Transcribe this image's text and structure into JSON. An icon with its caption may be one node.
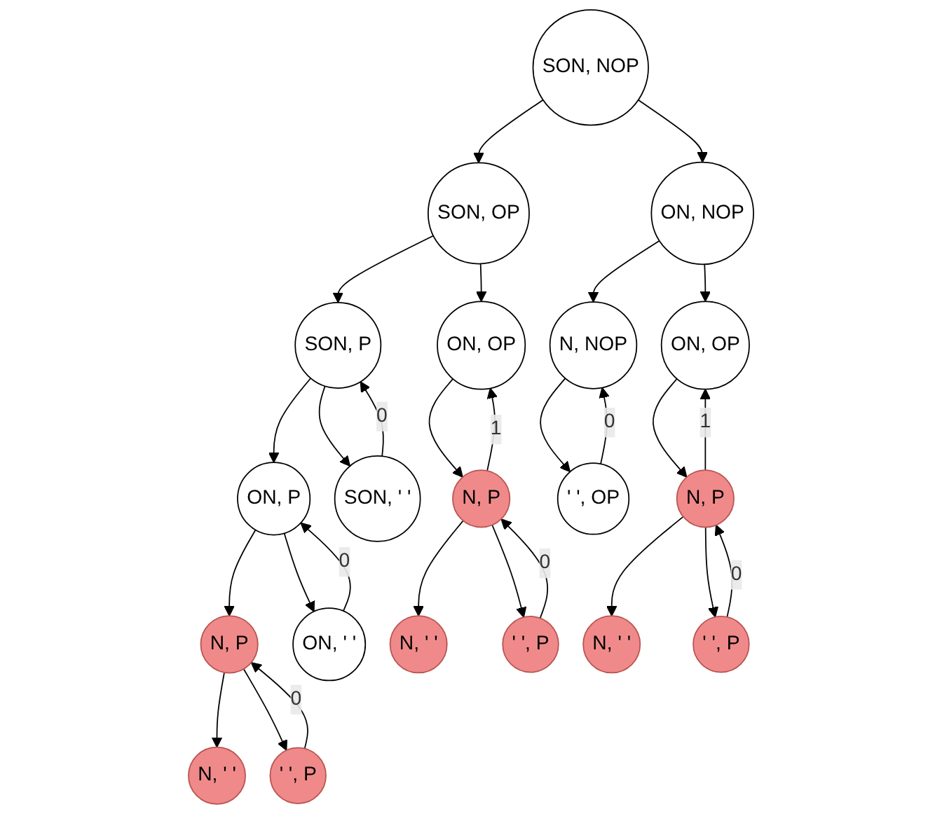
{
  "diagram": {
    "nodes": [
      {
        "text": [
          "SON, NOP"
        ]
      },
      {
        "text": [
          "SON, OP"
        ]
      },
      {
        "text": [
          "ON, NOP"
        ]
      },
      {
        "text": [
          "SON, P"
        ]
      },
      {
        "text": [
          "ON, OP"
        ]
      },
      {
        "text": [
          "N, NOP"
        ]
      },
      {
        "text": [
          "ON, OP"
        ]
      },
      {
        "text": [
          "ON, P"
        ]
      },
      {
        "text": [
          "SON, ' '"
        ]
      },
      {
        "text": [
          "N, P"
        ]
      },
      {
        "text": [
          "' ', OP"
        ]
      },
      {
        "text": [
          "N, P"
        ]
      },
      {
        "text": [
          "N, P"
        ]
      },
      {
        "text": [
          "ON, ' '"
        ]
      },
      {
        "text": [
          "N, ' '"
        ]
      },
      {
        "text": [
          "' ', P"
        ]
      },
      {
        "text": [
          "N, ' '"
        ]
      },
      {
        "text": [
          "' ', P"
        ]
      },
      {
        "text": [
          "N, ' '"
        ]
      },
      {
        "text": [
          "' ', P"
        ]
      }
    ],
    "edges": [
      {
        "from": 0,
        "to": 1,
        "arrow": "to"
      },
      {
        "from": 0,
        "to": 2,
        "arrow": "to"
      },
      {
        "from": 1,
        "to": 3,
        "arrow": "to"
      },
      {
        "from": 1,
        "to": 4,
        "arrow": "to"
      },
      {
        "from": 2,
        "to": 5,
        "arrow": "to"
      },
      {
        "from": 2,
        "to": 6,
        "arrow": "to"
      },
      {
        "from": 3,
        "to": 7,
        "arrow": "to"
      },
      {
        "from": 3,
        "to": 8,
        "arrow": "to"
      },
      {
        "from": 8,
        "to": 3,
        "arrow": "to",
        "label": "0"
      },
      {
        "from": 4,
        "to": 9,
        "arrow": "to"
      },
      {
        "from": 9,
        "to": 4,
        "arrow": "to",
        "label": "1"
      },
      {
        "from": 5,
        "to": 10,
        "arrow": "to"
      },
      {
        "from": 10,
        "to": 5,
        "arrow": "to",
        "label": "0"
      },
      {
        "from": 6,
        "to": 11,
        "arrow": "to"
      },
      {
        "from": 11,
        "to": 6,
        "arrow": "to",
        "label": "1"
      },
      {
        "from": 7,
        "to": 12,
        "arrow": "to"
      },
      {
        "from": 7,
        "to": 13,
        "arrow": "to"
      },
      {
        "from": 13,
        "to": 7,
        "arrow": "to",
        "label": "0"
      },
      {
        "from": 9,
        "to": 14,
        "arrow": "to"
      },
      {
        "from": 9,
        "to": 15,
        "arrow": "to"
      },
      {
        "from": 15,
        "to": 9,
        "arrow": "to",
        "label": "0"
      },
      {
        "from": 11,
        "to": 16,
        "arrow": "to"
      },
      {
        "from": 11,
        "to": 17,
        "arrow": "to"
      },
      {
        "from": 17,
        "to": 11,
        "arrow": "to",
        "label": "0"
      },
      {
        "from": 12,
        "to": 18,
        "arrow": "to"
      },
      {
        "from": 12,
        "to": 19,
        "arrow": "to"
      },
      {
        "from": 19,
        "to": 12,
        "arrow": "to",
        "label": "0"
      }
    ]
  }
}
